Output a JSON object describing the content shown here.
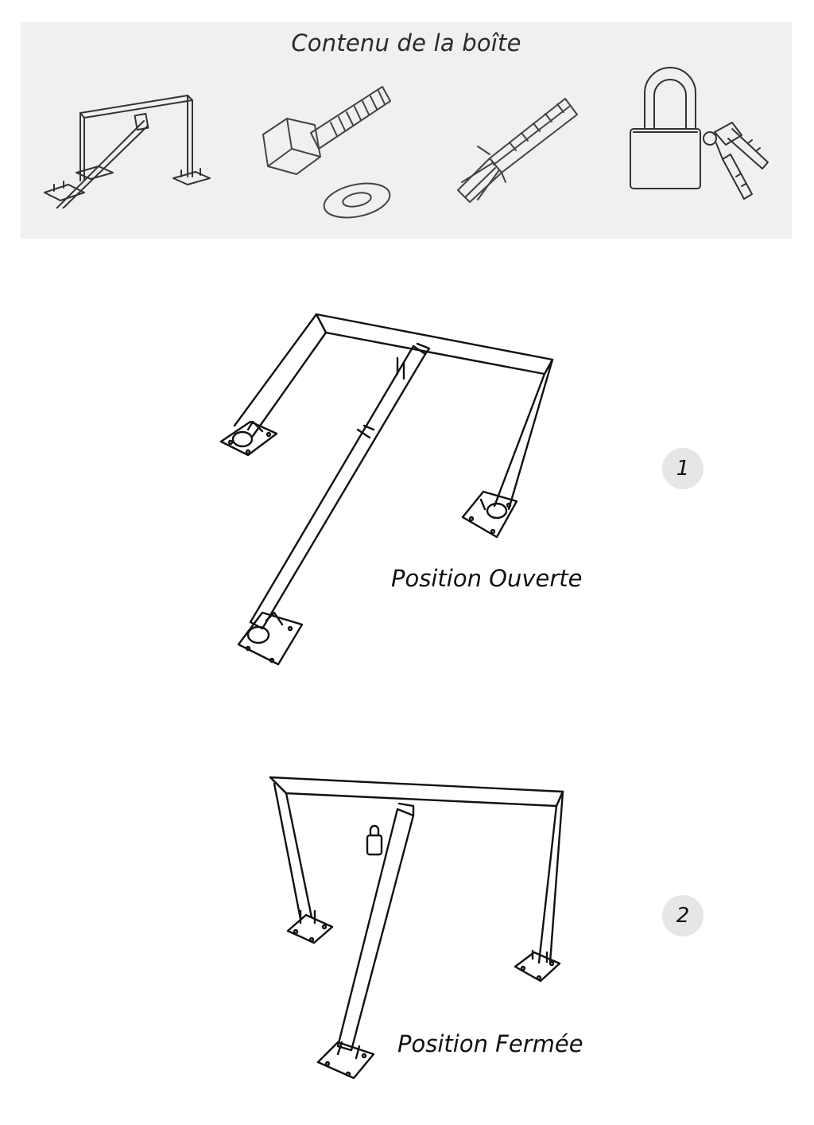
{
  "box_contents": {
    "title": "Contenu de la boîte",
    "items": [
      {
        "icon": "barrier-icon"
      },
      {
        "icon": "bolt-washer-icon"
      },
      {
        "icon": "wall-plug-icon"
      },
      {
        "icon": "padlock-keys-icon"
      }
    ]
  },
  "steps": [
    {
      "number": "1",
      "label": "Position Ouverte"
    },
    {
      "number": "2",
      "label": "Position Fermée"
    }
  ]
}
